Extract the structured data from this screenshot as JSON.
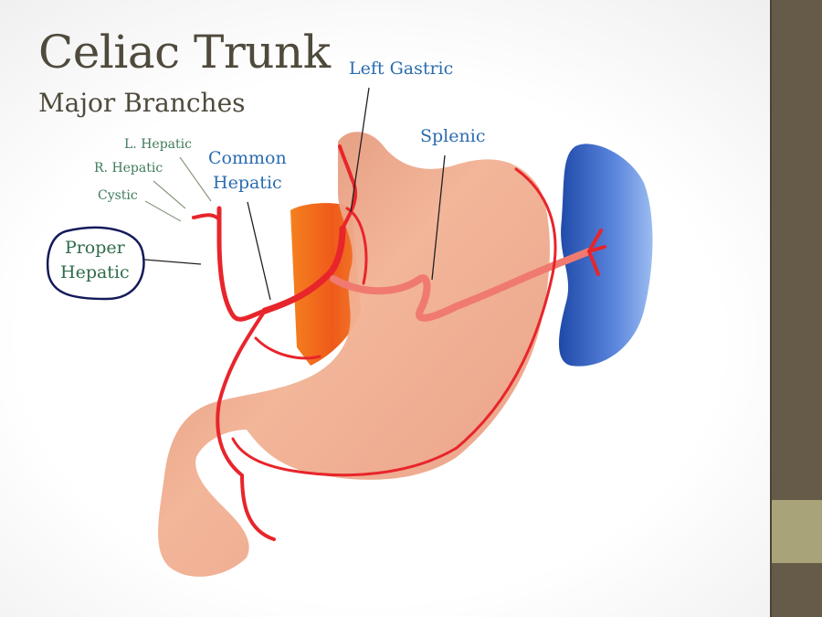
{
  "slide": {
    "title": "Celiac Trunk",
    "subtitle": "Major Branches"
  },
  "labels": {
    "left_gastric": "Left Gastric",
    "splenic": "Splenic",
    "common_hepatic_line1": "Common",
    "common_hepatic_line2": "Hepatic",
    "l_hepatic": "L. Hepatic",
    "r_hepatic": "R. Hepatic",
    "cystic": "Cystic",
    "proper_hepatic_line1": "Proper",
    "proper_hepatic_line2": "Hepatic"
  },
  "colors": {
    "sidebar": "#665b48",
    "sidebar_band": "#a9a37a",
    "artery": "#e8252b",
    "stomach": "#eea386",
    "aorta": "#f06a20",
    "spleen": "#2d58b8",
    "label_blue": "#2b6cb0",
    "label_green": "#3f7a5a"
  }
}
